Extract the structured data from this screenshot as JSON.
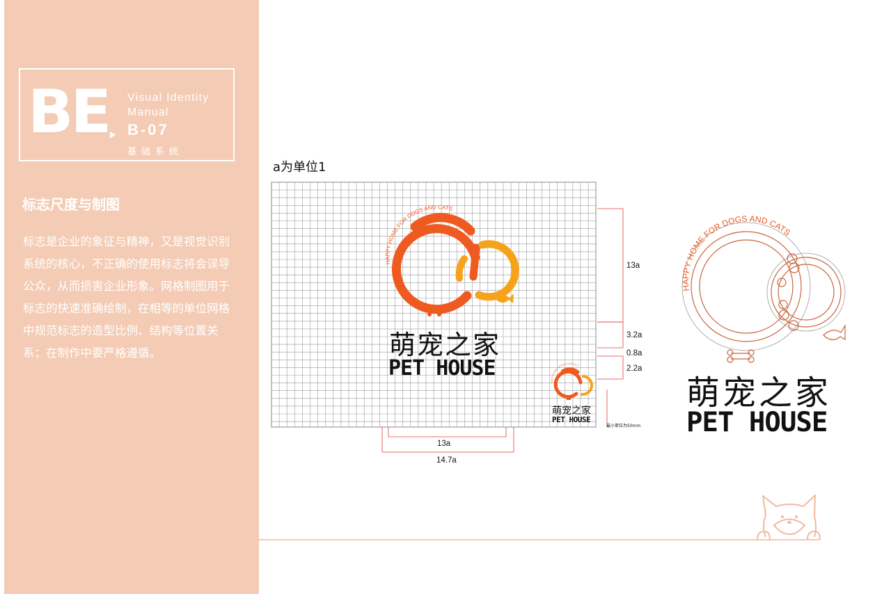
{
  "brand": {
    "letters": "BE",
    "line1": "Visual Identity",
    "line2": "Manual",
    "code": "B-07",
    "subtitle": "基础系统"
  },
  "sidebar": {
    "title": "标志尺度与制图",
    "paragraph": "标志是企业的象征与精神，又是视觉识别系统的核心，不正确的使用标志将会误导公众，从而损害企业形象。网格制图用于标志的快速准确绘制，在相等的单位网格中规范标志的造型比例、结构等位置关系；在制作中要严格遵循。"
  },
  "grid": {
    "unit_note": "a为单位1",
    "dims": {
      "h_total": "13a",
      "h_text": "3.2a",
      "h_gap": "0.8a",
      "h_en": "2.2a",
      "w_inner": "13a",
      "w_outer": "14.7a"
    },
    "min_size": "最小单位为50mm"
  },
  "logo": {
    "arc_text": "HAPPY HOME FOR DOGS AND CATS",
    "name_cn": "萌宠之家",
    "name_en": "PET HOUSE"
  },
  "colors": {
    "sidebar": "#f4cbb4",
    "orange_red": "#ee5a1f",
    "orange": "#f6a21b",
    "outline": "#c9643a",
    "dim_line": "#e0403a"
  }
}
